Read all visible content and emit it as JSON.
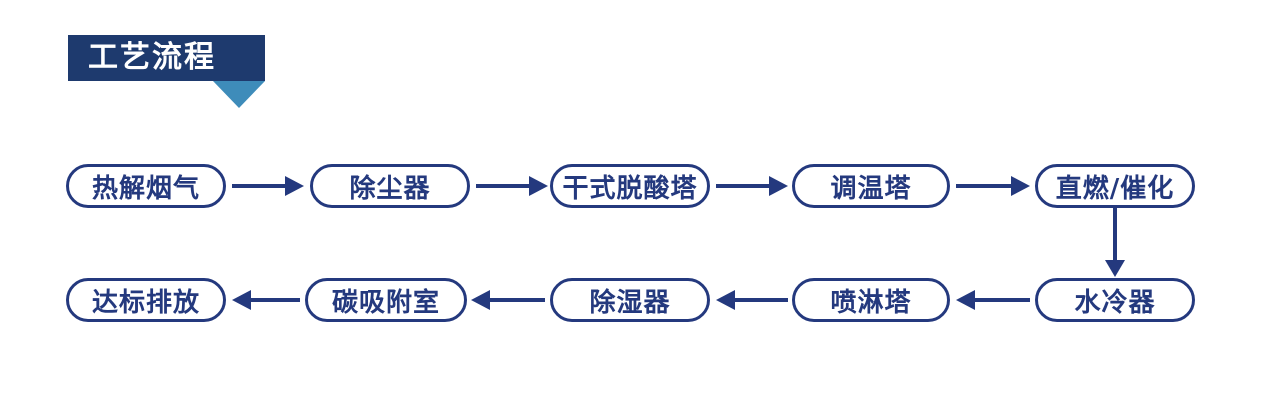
{
  "theme": {
    "navy": "#24397e",
    "header_band_color": "#1e3a6e",
    "header_triangle_color": "#3e8cba",
    "header_text_color": "#ffffff",
    "node_fill": "#ffffff",
    "background": "#ffffff"
  },
  "header": {
    "title": "工艺流程"
  },
  "flow": {
    "nodes": [
      {
        "id": "pyrolysis-flue-gas",
        "label": "热解烟气"
      },
      {
        "id": "dust-collector",
        "label": "除尘器"
      },
      {
        "id": "dry-deacidification-tower",
        "label": "干式脱酸塔"
      },
      {
        "id": "temperature-adjusting-tower",
        "label": "调温塔"
      },
      {
        "id": "direct-combustion-catalysis",
        "label": "直燃/催化"
      },
      {
        "id": "water-cooler",
        "label": "水冷器"
      },
      {
        "id": "spray-tower",
        "label": "喷淋塔"
      },
      {
        "id": "dehumidifier",
        "label": "除湿器"
      },
      {
        "id": "carbon-adsorption-chamber",
        "label": "碳吸附室"
      },
      {
        "id": "compliant-discharge",
        "label": "达标排放"
      }
    ],
    "edges": [
      {
        "from": "热解烟气",
        "to": "除尘器"
      },
      {
        "from": "除尘器",
        "to": "干式脱酸塔"
      },
      {
        "from": "干式脱酸塔",
        "to": "调温塔"
      },
      {
        "from": "调温塔",
        "to": "直燃/催化"
      },
      {
        "from": "直燃/催化",
        "to": "水冷器"
      },
      {
        "from": "水冷器",
        "to": "喷淋塔"
      },
      {
        "from": "喷淋塔",
        "to": "除湿器"
      },
      {
        "from": "除湿器",
        "to": "碳吸附室"
      },
      {
        "from": "碳吸附室",
        "to": "达标排放"
      }
    ]
  }
}
